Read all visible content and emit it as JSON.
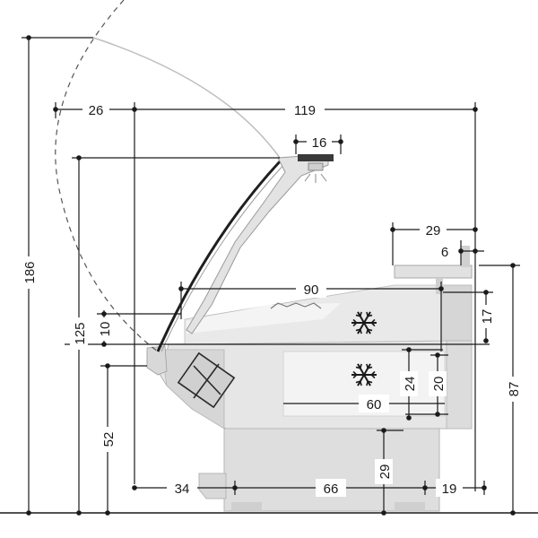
{
  "dimensions": {
    "total_height": "186",
    "front_offset": "26",
    "total_depth": "119",
    "top_light": "16",
    "rear_shelf_depth": "29",
    "rear_shelf_edge": "6",
    "display_depth": "90",
    "glass_drop": "10",
    "upper_tier_height": "17",
    "front_glass_height": "125",
    "lower_tier_height": "24",
    "lower_well_depth": "20",
    "rear_unit_height": "87",
    "lower_tier_depth": "60",
    "counter_height": "52",
    "base_height": "29",
    "front_base_offset": "34",
    "base_depth": "66",
    "rear_base_offset": "19"
  },
  "icons": {
    "upper_tier": "snowflake-icon",
    "lower_tier": "snowflake-icon",
    "lamp": "lamp-icon"
  },
  "colors": {
    "ink": "#1a1a1a",
    "cabinet": "#e6e6e6",
    "cabinet_dark": "#d3d3d3",
    "shade": "#c4c4c4",
    "glass": "#1f1f1f"
  }
}
